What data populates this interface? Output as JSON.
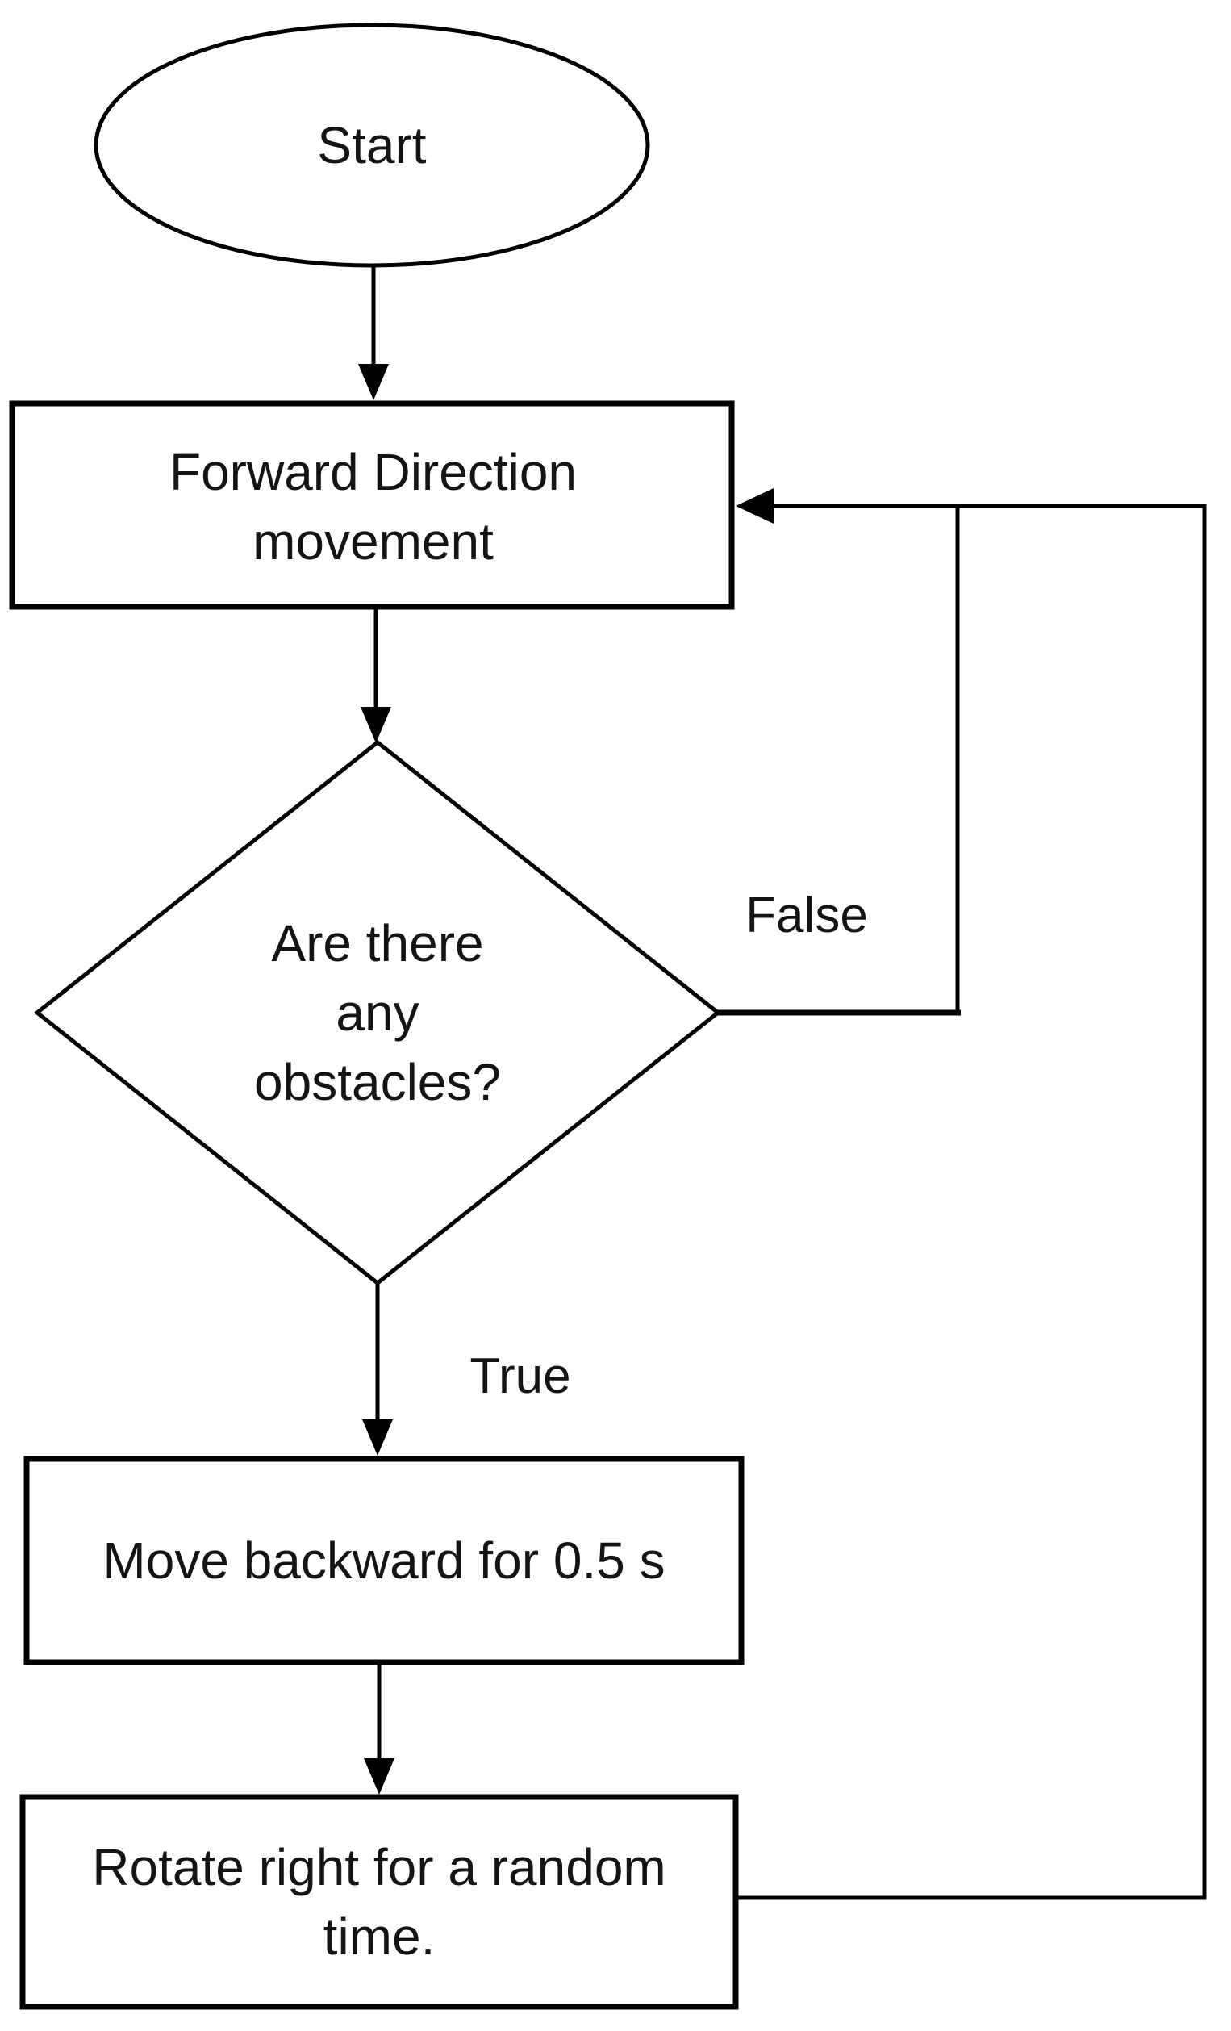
{
  "palette": {
    "background": "#ffffff",
    "shape_stroke": "#000000",
    "text": "#141414"
  },
  "flowchart": {
    "nodes": {
      "start": {
        "type": "terminator",
        "label": "Start"
      },
      "forward": {
        "type": "process",
        "label": "Forward Direction movement",
        "lines": [
          "Forward Direction",
          "movement"
        ]
      },
      "decision": {
        "type": "decision",
        "label": "Are there any obstacles?",
        "lines": [
          "Are there",
          "any",
          "obstacles?"
        ]
      },
      "backward": {
        "type": "process",
        "label": "Move backward for 0.5 s",
        "lines": [
          "Move backward for 0.5 s"
        ]
      },
      "rotate": {
        "type": "process",
        "label": "Rotate right for a random time.",
        "lines": [
          "Rotate right for a random",
          "time."
        ]
      }
    },
    "edges": {
      "start_to_forward": {
        "from": "start",
        "to": "forward",
        "label": ""
      },
      "forward_to_decision": {
        "from": "forward",
        "to": "decision",
        "label": ""
      },
      "decision_true": {
        "from": "decision",
        "to": "backward",
        "label": "True"
      },
      "decision_false": {
        "from": "decision",
        "to": "forward",
        "label": "False"
      },
      "backward_to_rotate": {
        "from": "backward",
        "to": "rotate",
        "label": ""
      },
      "rotate_to_forward": {
        "from": "rotate",
        "to": "forward",
        "label": ""
      }
    }
  }
}
